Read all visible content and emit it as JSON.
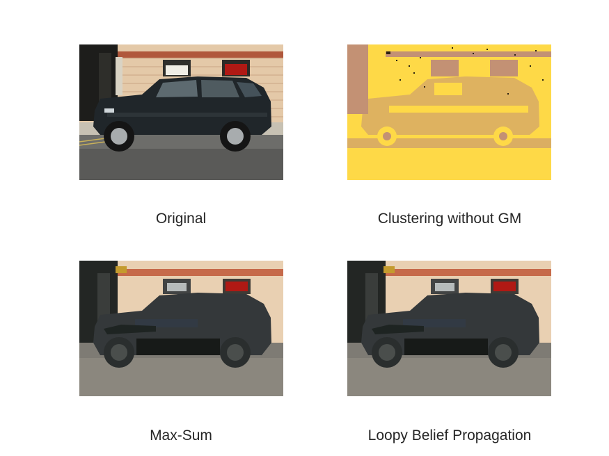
{
  "panels": [
    {
      "caption": "Original"
    },
    {
      "caption": "Clustering without GM"
    },
    {
      "caption": "Max-Sum"
    },
    {
      "caption": "Loopy Belief Propagation"
    }
  ],
  "colors": {
    "wall": "#e9d0b2",
    "brick_band": "#c66a4a",
    "car_body": "#34383a",
    "road": "#8b877e",
    "cluster_yellow": "#fed947",
    "cluster_tan": "#c39174",
    "red_sign": "#b01914"
  }
}
